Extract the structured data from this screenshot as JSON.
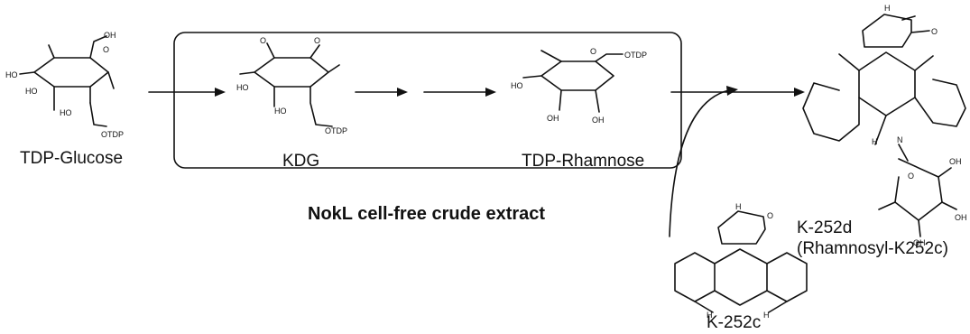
{
  "compounds": {
    "tdp_glucose": "TDP-Glucose",
    "kdg": "KDG",
    "tdp_rhamnose": "TDP-Rhamnose",
    "k252c": "K-252c",
    "k252d": "K-252d",
    "k252d_alt": "(Rhamnosyl-K252c)"
  },
  "extract_label": "NokL cell-free crude extract",
  "atoms": {
    "oh": "OH",
    "ho": "HO",
    "otdp": "OTDP",
    "o": "O",
    "nh": "H",
    "n": "N"
  }
}
